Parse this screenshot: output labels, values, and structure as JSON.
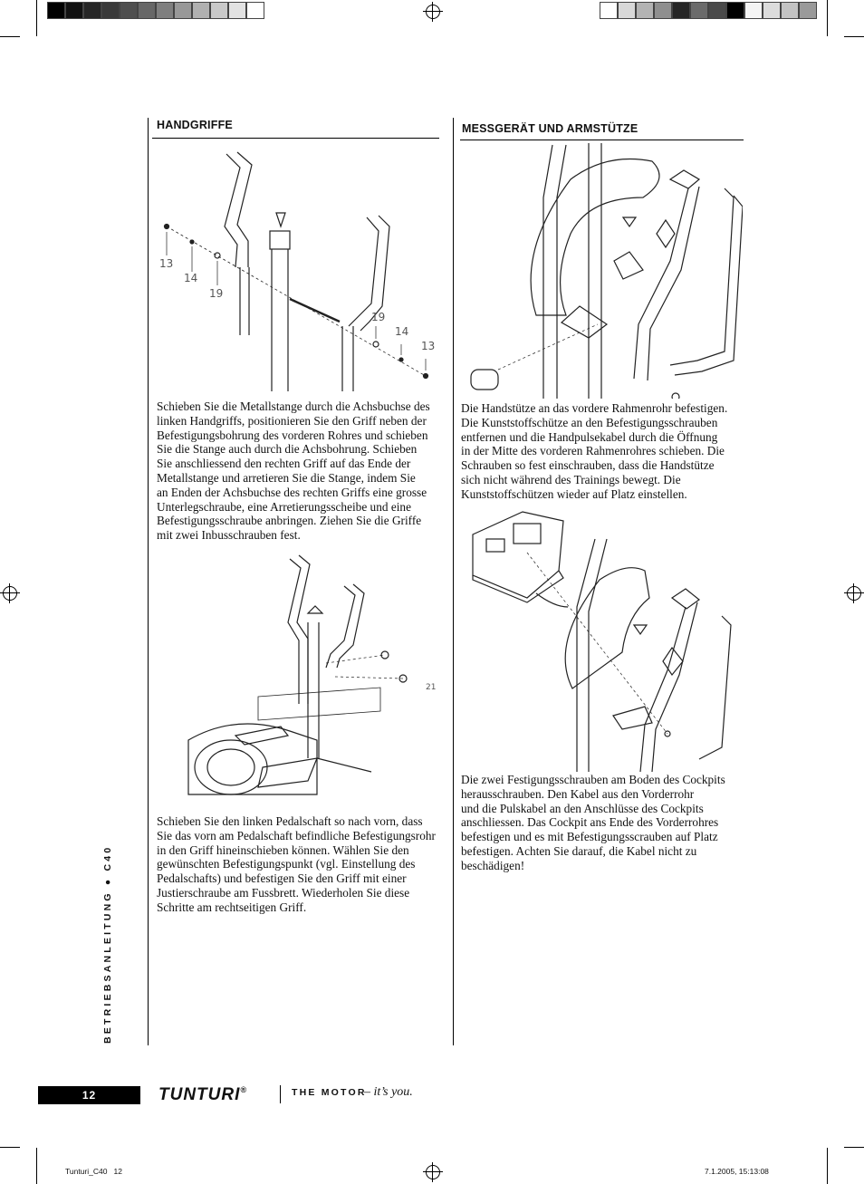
{
  "colors": {
    "swatches_left": [
      "#000000",
      "#111111",
      "#262626",
      "#3a3a3a",
      "#4f4f4f",
      "#676767",
      "#7f7f7f",
      "#989898",
      "#b0b0b0",
      "#c9c9c9",
      "#e2e2e2",
      "#ffffff"
    ],
    "swatches_right": [
      "#ffffff",
      "#d8d8d8",
      "#b3b3b3",
      "#8f8f8f",
      "#262626",
      "#6b6b6b",
      "#4a4a4a",
      "#000000",
      "#f4f4f4",
      "#dcdcdc",
      "#c3c3c3",
      "#9a9a9a"
    ]
  },
  "left": {
    "heading": "HANDGRIFFE",
    "figure1_labels": [
      "13",
      "14",
      "19",
      "19",
      "14",
      "13"
    ],
    "para1": "Schieben Sie die Metallstange durch die Achsbuchse des\nlinken Handgriffs, positionieren Sie den Griff neben der\nBefestigungsbohrung des vorderen Rohres und schieben\nSie die Stange auch durch die Achsbohrung. Schieben\nSie anschliessend den rechten Griff auf das Ende der\nMetallstange und arretieren Sie die Stange, indem Sie\nan Enden der Achsbuchse des rechten Griffs eine grosse\nUnterlegschraube, eine Arretierungsscheibe und eine\nBefestigungsschraube anbringen. Ziehen Sie die Griffe\nmit zwei Inbusschrauben fest.",
    "figure2_label": "21",
    "para2": "Schieben Sie den linken Pedalschaft so nach vorn, dass\nSie das vorn am Pedalschaft befindliche Befestigungsrohr\nin den Griff hineinschieben können. Wählen Sie den\ngewünschten Befestigungspunkt (vgl. Einstellung des\nPedalschafts) und befestigen Sie den Griff mit einer\nJustierschraube am Fussbrett. Wiederholen Sie diese\nSchritte am rechtseitigen Griff."
  },
  "right": {
    "heading": "MESSGERÄT UND ARMSTÜTZE",
    "para1": "Die Handstütze an das vordere Rahmenrohr befestigen.\nDie Kunststoffschütze an den Befestigungsschrauben\nentfernen und die Handpulsekabel durch die Öffnung\nin der Mitte des vorderen Rahmenrohres schieben. Die\nSchrauben so fest einschrauben, dass die Handstütze\nsich nicht während des Trainings bewegt. Die\nKunststoffschützen wieder auf Platz einstellen.",
    "para2": "Die zwei Festigungsschrauben am Boden des Cockpits\nherausschrauben. Den Kabel aus den Vorderrohr\nund die Pulskabel an den Anschlüsse des Cockpits\nanschliessen. Das Cockpit ans Ende des Vorderrohres\nbefestigen und es mit Befestigungsscrauben auf Platz\nbefestigen. Achten Sie darauf, die Kabel nicht zu\nbeschädigen!"
  },
  "sidebar_text": "BETRIEBSANLEITUNG ● C40",
  "page_number": "12",
  "brand": "TUNTURI",
  "brand_mark": "®",
  "tagline": "THE MOTOR",
  "tagline_dash": "–",
  "tagline_italic": "it’s you.",
  "footer_left": "Tunturi_C40   12",
  "footer_right": "7.1.2005, 15:13:08"
}
